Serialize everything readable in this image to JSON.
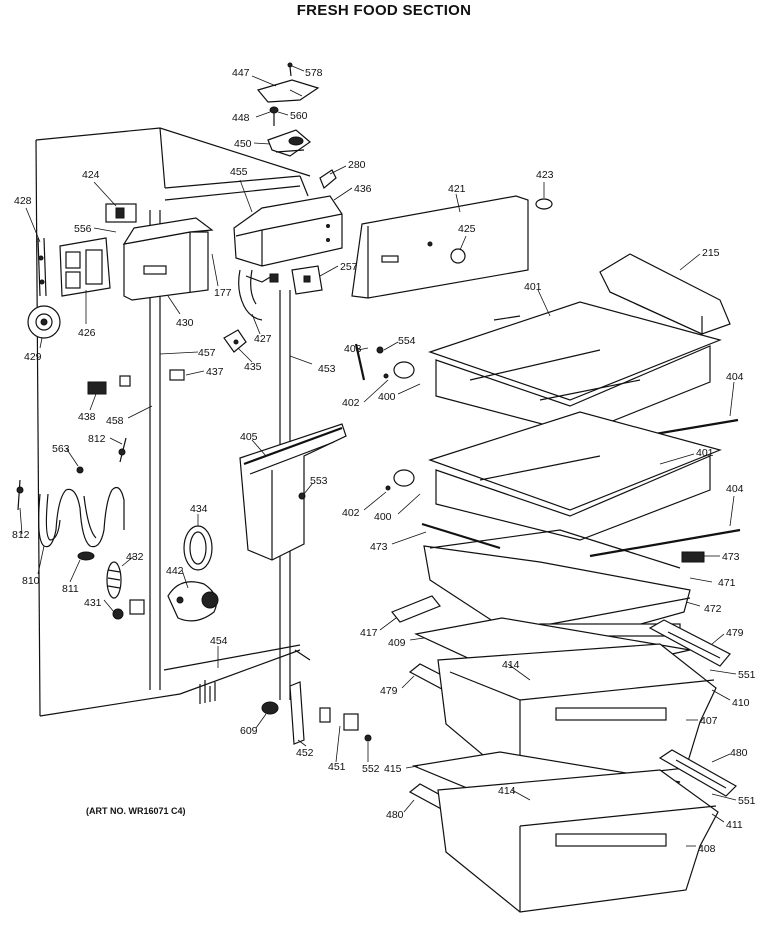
{
  "title": "FRESH FOOD SECTION",
  "art_no": "(ART NO. WR16071 C4)",
  "parts": [
    "447",
    "578",
    "448",
    "560",
    "450",
    "280",
    "455",
    "436",
    "424",
    "428",
    "556",
    "426",
    "429",
    "430",
    "177",
    "427",
    "435",
    "437",
    "457",
    "453",
    "438",
    "458",
    "812",
    "563",
    "810",
    "811",
    "431",
    "432",
    "442",
    "434",
    "405",
    "553",
    "454",
    "609",
    "452",
    "451",
    "552",
    "421",
    "423",
    "425",
    "257",
    "215",
    "401",
    "403",
    "554",
    "402",
    "400",
    "404",
    "473",
    "471",
    "472",
    "417",
    "409",
    "479",
    "414",
    "551",
    "410",
    "407",
    "415",
    "480",
    "411",
    "408"
  ]
}
